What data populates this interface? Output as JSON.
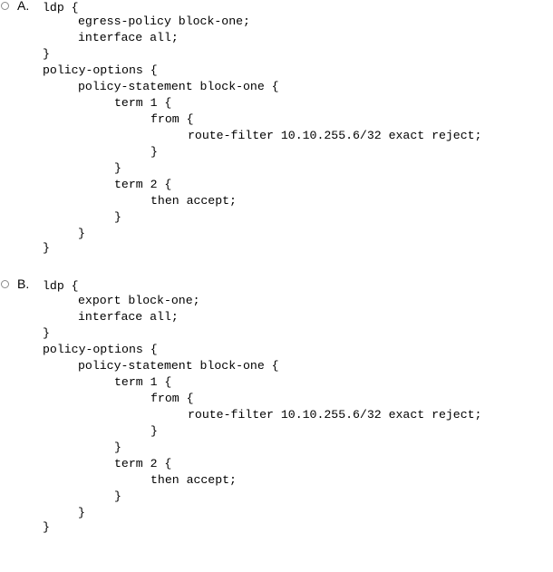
{
  "options": [
    {
      "letter": "A.",
      "lines": [
        "ldp {",
        "egress-policy block-one;",
        "interface all;",
        "}",
        "policy-options {",
        "policy-statement block-one {",
        "term 1 {",
        "from {",
        "route-filter 10.10.255.6/32 exact reject;",
        "}",
        "}",
        "term 2 {",
        "then accept;",
        "}",
        "}",
        "}"
      ]
    },
    {
      "letter": "B.",
      "lines": [
        "ldp {",
        "export block-one;",
        "interface all;",
        "}",
        "policy-options {",
        "policy-statement block-one {",
        "term 1 {",
        "from {",
        "route-filter 10.10.255.6/32 exact reject;",
        "}",
        "}",
        "term 2 {",
        "then accept;",
        "}",
        "}",
        "}"
      ]
    }
  ]
}
